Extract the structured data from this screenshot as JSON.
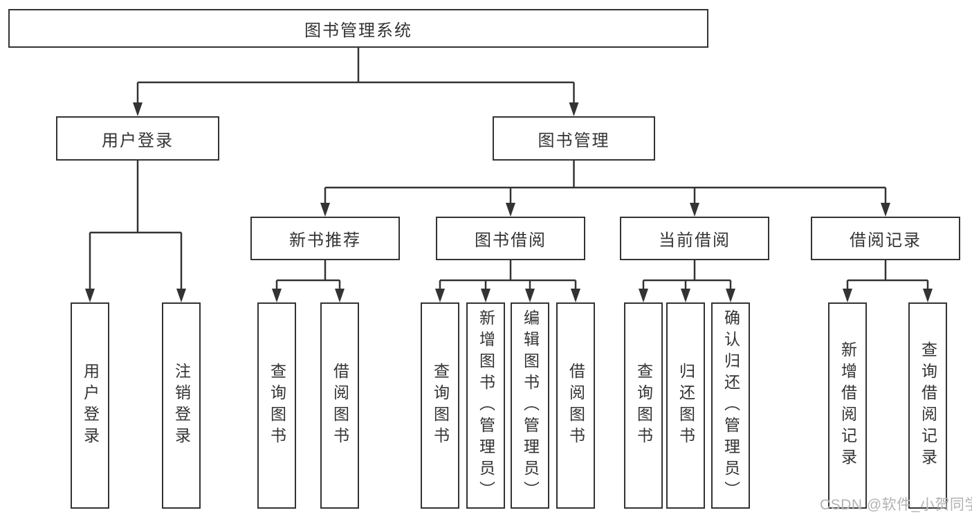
{
  "diagram": {
    "root": {
      "label": "图书管理系统"
    },
    "branches": [
      {
        "label": "用户登录",
        "children": [
          {
            "label": "用户登录"
          },
          {
            "label": "注销登录"
          }
        ]
      },
      {
        "label": "图书管理",
        "children": [
          {
            "label": "新书推荐",
            "children": [
              {
                "label": "查询图书"
              },
              {
                "label": "借阅图书"
              }
            ]
          },
          {
            "label": "图书借阅",
            "children": [
              {
                "label": "查询图书"
              },
              {
                "label": "新增图书（管理员）"
              },
              {
                "label": "编辑图书（管理员）"
              },
              {
                "label": "借阅图书"
              }
            ]
          },
          {
            "label": "当前借阅",
            "children": [
              {
                "label": "查询图书"
              },
              {
                "label": "归还图书"
              },
              {
                "label": "确认归还（管理员）"
              }
            ]
          },
          {
            "label": "借阅记录",
            "children": [
              {
                "label": "新增借阅记录"
              },
              {
                "label": "查询借阅记录"
              }
            ]
          }
        ]
      }
    ]
  },
  "watermark": {
    "text": "CSDN @软件_小贺同学"
  },
  "colors": {
    "line": "#333333",
    "text": "#333333",
    "watermark": "#b2b2b2",
    "background": "#ffffff"
  }
}
